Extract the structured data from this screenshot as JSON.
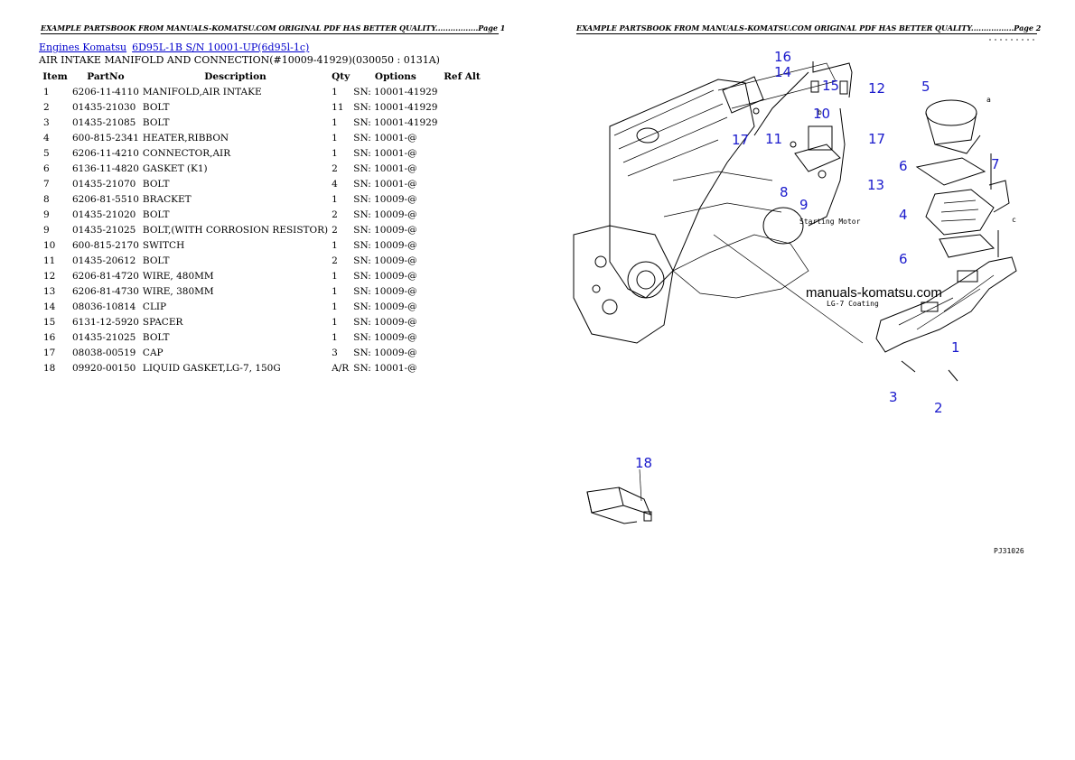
{
  "page1": {
    "header": "EXAMPLE PARTSBOOK FROM MANUALS-KOMATSU.COM ORIGINAL PDF HAS BETTER QUALITY.................Page 1",
    "breadcrumb": {
      "link1": "Engines Komatsu",
      "link2": "6D95L-1B S/N 10001-UP(6d95l-1c)"
    },
    "subtitle": "AIR INTAKE MANIFOLD AND CONNECTION(#10009-41929)(030050 : 0131A)",
    "columns": [
      "Item",
      "PartNo",
      "Description",
      "Qty",
      "Options",
      "Ref Alt"
    ],
    "rows": [
      {
        "item": "1",
        "part": "6206-11-4110",
        "desc": "MANIFOLD,AIR INTAKE",
        "qty": "1",
        "opt": "SN: 10001-41929",
        "ref": ""
      },
      {
        "item": "2",
        "part": "01435-21030",
        "desc": "BOLT",
        "qty": "11",
        "opt": "SN: 10001-41929",
        "ref": ""
      },
      {
        "item": "3",
        "part": "01435-21085",
        "desc": "BOLT",
        "qty": "1",
        "opt": "SN: 10001-41929",
        "ref": ""
      },
      {
        "item": "4",
        "part": "600-815-2341",
        "desc": "HEATER,RIBBON",
        "qty": "1",
        "opt": "SN: 10001-@",
        "ref": ""
      },
      {
        "item": "5",
        "part": "6206-11-4210",
        "desc": "CONNECTOR,AIR",
        "qty": "1",
        "opt": "SN: 10001-@",
        "ref": ""
      },
      {
        "item": "6",
        "part": "6136-11-4820",
        "desc": "GASKET (K1)",
        "qty": "2",
        "opt": "SN: 10001-@",
        "ref": ""
      },
      {
        "item": "7",
        "part": "01435-21070",
        "desc": "BOLT",
        "qty": "4",
        "opt": "SN: 10001-@",
        "ref": ""
      },
      {
        "item": "8",
        "part": "6206-81-5510",
        "desc": "BRACKET",
        "qty": "1",
        "opt": "SN: 10009-@",
        "ref": ""
      },
      {
        "item": "9",
        "part": "01435-21020",
        "desc": "BOLT",
        "qty": "2",
        "opt": "SN: 10009-@",
        "ref": ""
      },
      {
        "item": "9",
        "part": "01435-21025",
        "desc": "BOLT,(WITH CORROSION RESISTOR)",
        "qty": "2",
        "opt": "SN: 10009-@",
        "ref": ""
      },
      {
        "item": "10",
        "part": "600-815-2170",
        "desc": "SWITCH",
        "qty": "1",
        "opt": "SN: 10009-@",
        "ref": ""
      },
      {
        "item": "11",
        "part": "01435-20612",
        "desc": "BOLT",
        "qty": "2",
        "opt": "SN: 10009-@",
        "ref": ""
      },
      {
        "item": "12",
        "part": "6206-81-4720",
        "desc": "WIRE, 480MM",
        "qty": "1",
        "opt": "SN: 10009-@",
        "ref": ""
      },
      {
        "item": "13",
        "part": "6206-81-4730",
        "desc": "WIRE, 380MM",
        "qty": "1",
        "opt": "SN: 10009-@",
        "ref": ""
      },
      {
        "item": "14",
        "part": "08036-10814",
        "desc": "CLIP",
        "qty": "1",
        "opt": "SN: 10009-@",
        "ref": ""
      },
      {
        "item": "15",
        "part": "6131-12-5920",
        "desc": "SPACER",
        "qty": "1",
        "opt": "SN: 10009-@",
        "ref": ""
      },
      {
        "item": "16",
        "part": "01435-21025",
        "desc": "BOLT",
        "qty": "1",
        "opt": "SN: 10009-@",
        "ref": ""
      },
      {
        "item": "17",
        "part": "08038-00519",
        "desc": "CAP",
        "qty": "3",
        "opt": "SN: 10009-@",
        "ref": ""
      },
      {
        "item": "18",
        "part": "09920-00150",
        "desc": "LIQUID GASKET,LG-7, 150G",
        "qty": "A/R",
        "opt": "SN: 10001-@",
        "ref": ""
      }
    ]
  },
  "page2": {
    "header": "EXAMPLE PARTSBOOK FROM MANUALS-KOMATSU.COM ORIGINAL PDF HAS BETTER QUALITY.................Page 2",
    "watermark": "manuals-komatsu.com",
    "drawing_labels": {
      "starting_motor": "Starting Motor",
      "lg7": "LG-7 Coating",
      "ref_a": "a",
      "ref_b": "b",
      "ref_c": "c",
      "drawing_code": "PJ31026"
    },
    "callouts": [
      "16",
      "14",
      "15",
      "12",
      "5",
      "10",
      "17",
      "11",
      "17",
      "6",
      "7",
      "8",
      "9",
      "13",
      "4",
      "6",
      "1",
      "3",
      "2",
      "18"
    ]
  }
}
